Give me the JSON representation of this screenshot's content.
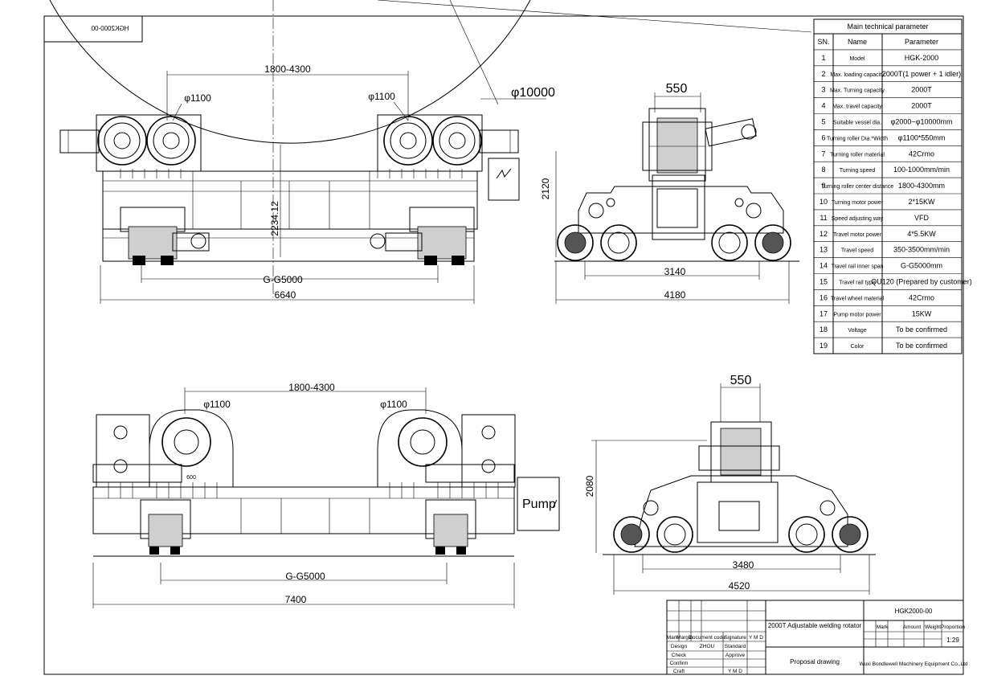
{
  "drawing_number_mirrored": "HGK2000-00",
  "dimensions": {
    "front": {
      "roller_dia_left": "φ1100",
      "roller_dia_right": "φ1100",
      "center_distance": "1800-4300",
      "height": "2234.12",
      "rail_span": "G-G5000",
      "overall_length": "6640"
    },
    "vessel_dia": "φ10000",
    "side": {
      "roller_width": "550",
      "height": "2120",
      "wheel_span": "3140",
      "overall_width": "4180"
    },
    "front2": {
      "center_distance": "1800-4300",
      "roller_dia_left": "φ1100",
      "roller_dia_right": "φ1100",
      "inner_mark": "600",
      "pump_label": "Pump",
      "rail_span": "G-G5000",
      "overall_length": "7400"
    },
    "side2": {
      "roller_width": "550",
      "height": "2080",
      "wheel_span": "3480",
      "overall_width": "4520"
    }
  },
  "param_table": {
    "title": "Main technical parameter",
    "headers": [
      "SN.",
      "Name",
      "Parameter"
    ],
    "rows": [
      {
        "sn": "1",
        "name": "Model",
        "value": "HGK-2000"
      },
      {
        "sn": "2",
        "name": "Max. loading capacity",
        "value": "2000T(1 power + 1 idler)"
      },
      {
        "sn": "3",
        "name": "Max. Turning capacity",
        "value": "2000T"
      },
      {
        "sn": "4",
        "name": "Max. travel capacity",
        "value": "2000T"
      },
      {
        "sn": "5",
        "name": "Suitable vessel dia.",
        "value": "φ2000~φ10000mm"
      },
      {
        "sn": "6",
        "name": "Turning roller Dia.*Width",
        "value": "φ1100*550mm"
      },
      {
        "sn": "7",
        "name": "Turning roller material",
        "value": "42Crmo"
      },
      {
        "sn": "8",
        "name": "Turning speed",
        "value": "100-1000mm/min"
      },
      {
        "sn": "9",
        "name": "Turning roller center distance",
        "value": "1800-4300mm"
      },
      {
        "sn": "10",
        "name": "Turning motor power",
        "value": "2*15KW"
      },
      {
        "sn": "11",
        "name": "Speed adjusting way",
        "value": "VFD"
      },
      {
        "sn": "12",
        "name": "Travel motor power",
        "value": "4*5.5KW"
      },
      {
        "sn": "13",
        "name": "Travel speed",
        "value": "350-3500mm/min"
      },
      {
        "sn": "14",
        "name": "Travel rail inner span",
        "value": "G-G5000mm"
      },
      {
        "sn": "15",
        "name": "Travel rail type",
        "value": "QU120 (Prepared by customer)"
      },
      {
        "sn": "16",
        "name": "Travel wheel material",
        "value": "42Crmo"
      },
      {
        "sn": "17",
        "name": "Pump motor power",
        "value": "15KW"
      },
      {
        "sn": "18",
        "name": "Voltage",
        "value": "To be confirmed"
      },
      {
        "sn": "19",
        "name": "Color",
        "value": "To be confirmed"
      }
    ]
  },
  "title_block": {
    "drawing_no": "HGK2000-00",
    "title": "2000T Adjustable welding rotator",
    "mark": "Mark",
    "amount": "Amount",
    "weight": "Weight",
    "proportion": "Proportion",
    "scale": "1:29",
    "label_mark": "Mark",
    "label_margin": "Margin",
    "label_doc_code": "Document code",
    "label_signature": "Signature",
    "label_ymd": "Y M D",
    "label_design": "Design",
    "design_name": "ZHOU",
    "label_standard": "Standard",
    "label_check": "Check",
    "label_approve": "Approve",
    "label_confirm": "Confirm",
    "label_craft": "Craft",
    "label_ymd2": "Y M D",
    "sheet_title": "Proposal drawing",
    "company": "Wuxi Bondlewell Machinery Equipment Co.,Ltd"
  }
}
